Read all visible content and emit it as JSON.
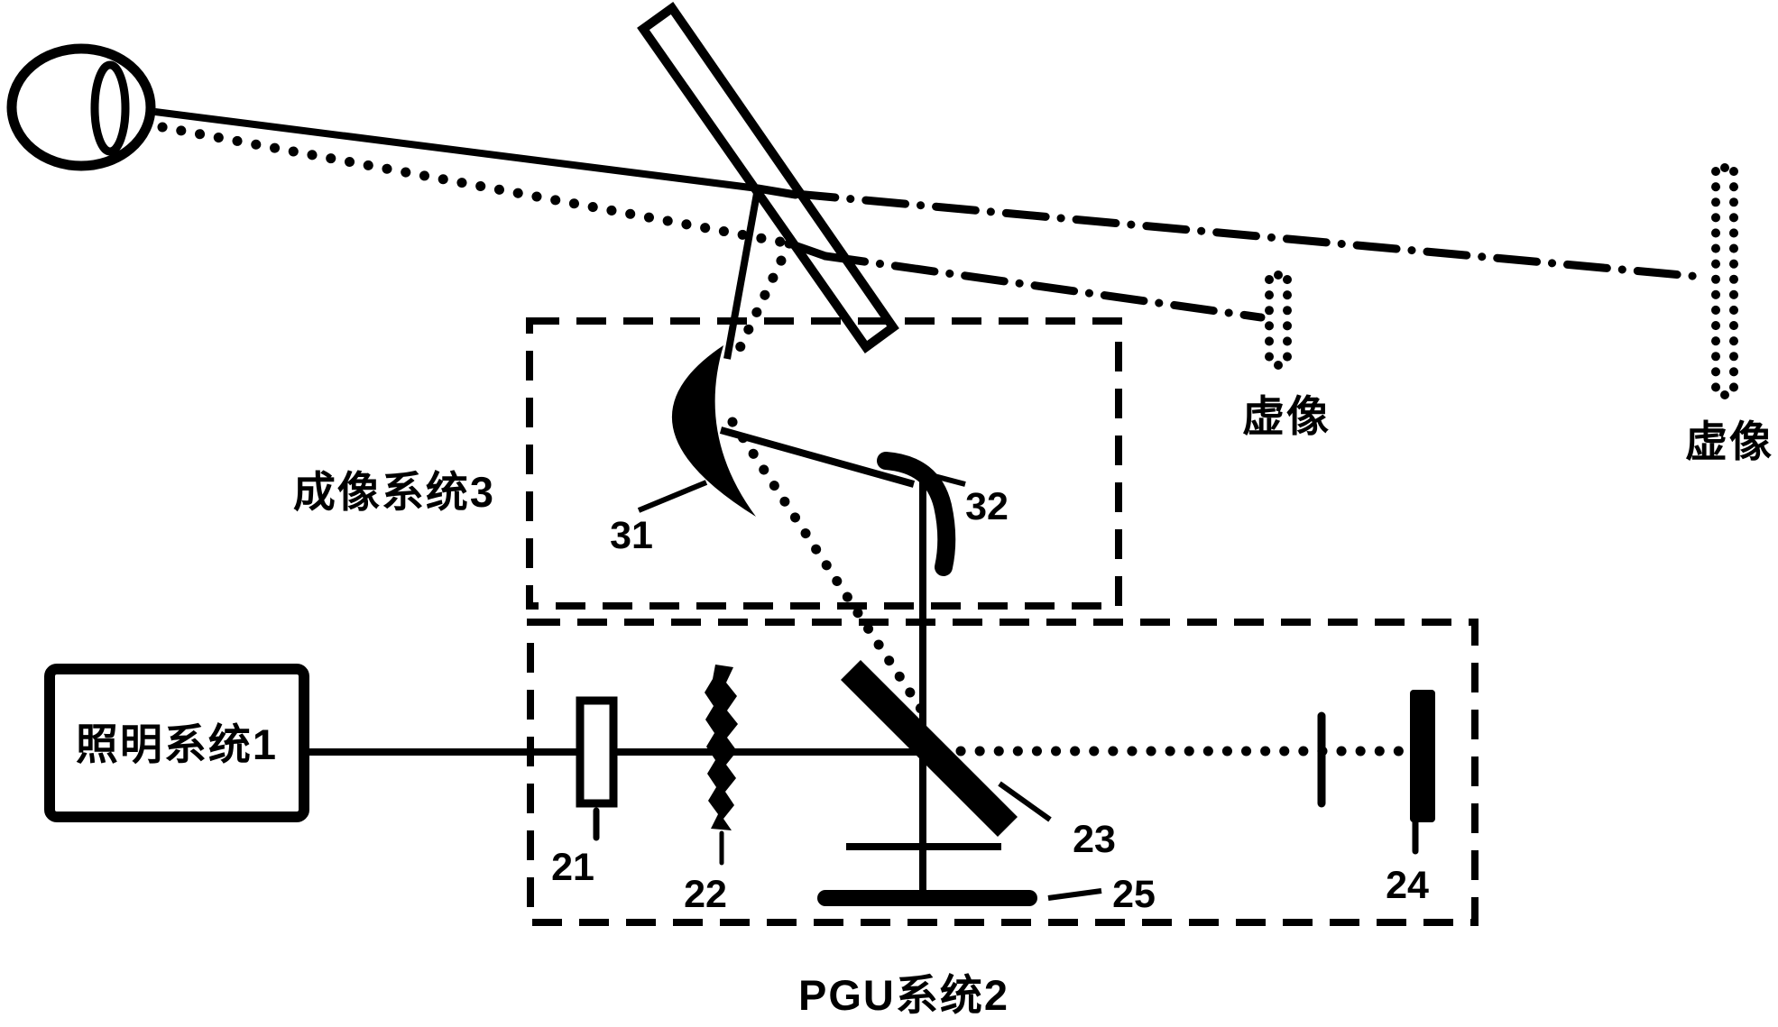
{
  "diagram": {
    "systems": {
      "illumination": {
        "label": "照明系统1"
      },
      "pgu": {
        "label": "PGU系统2"
      },
      "imaging": {
        "label": "成像系统3"
      }
    },
    "components": {
      "mirror_31": "31",
      "mirror_32": "32",
      "component_21": "21",
      "component_22": "22",
      "beamsplitter_23": "23",
      "component_24": "24",
      "component_25": "25"
    },
    "virtual_images": {
      "near": "虚像",
      "far": "虚像"
    },
    "colors": {
      "ink": "#000000",
      "background": "#ffffff"
    }
  }
}
